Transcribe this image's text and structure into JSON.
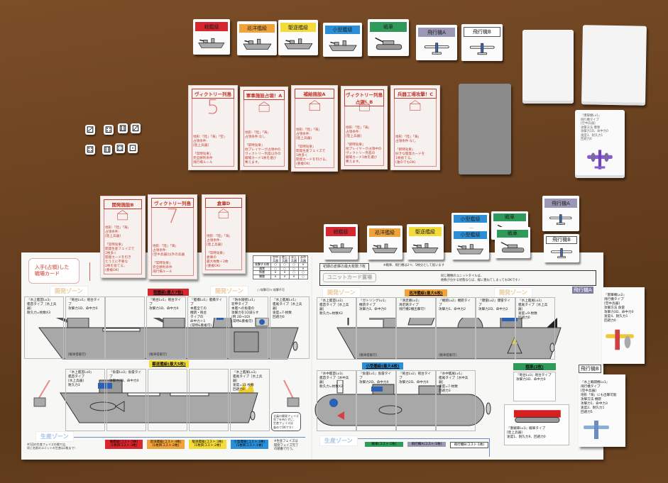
{
  "unit_tiles_top": [
    {
      "label": "戦艦級",
      "color": "#d7262e"
    },
    {
      "label": "巡洋艦級",
      "color": "#f0a33a"
    },
    {
      "label": "駆逐艦級",
      "color": "#f3dc3a"
    },
    {
      "label": "小型艦級",
      "color": "#2a8fd8"
    },
    {
      "label": "戦車",
      "color": "#2f9a5a"
    },
    {
      "label": "飛行機A",
      "color": "#9a98b4"
    },
    {
      "label": "飛行機B",
      "color": "#ffffff"
    }
  ],
  "unit_tiles_placed": [
    {
      "label": "戦艦級",
      "color": "#d7262e"
    },
    {
      "label": "巡洋艦級",
      "color": "#f0a33a"
    },
    {
      "label": "駆逐艦級",
      "color": "#f3dc3a"
    },
    {
      "label": "小型艦級",
      "color": "#2a8fd8"
    },
    {
      "label": "小型艦級",
      "color": "#2a8fd8"
    },
    {
      "label": "戦車",
      "color": "#2f9a5a"
    },
    {
      "label": "戦車",
      "color": "#2f9a5a"
    },
    {
      "label": "飛行機A",
      "color": "#9a98b4"
    },
    {
      "label": "飛行機B",
      "color": "#ffffff"
    }
  ],
  "objective_cards": [
    {
      "title": "ヴィクトリー列島",
      "number": "5",
      "body": "地形:「陸」「海」「空」\n占領条件:\n[陸上兵器]\n\n「常時効果」\n完全勝利条件\n飛行場ルール"
    },
    {
      "title": "軍事施設占領！A",
      "number": "",
      "body": "地形:「陸」「海」\n占領条件:なし\n\n「即時効果」\n他プレイヤーが占領中の\nヴィクトリー列島以外の\n戦場カード1枚を選び\n奪えます。"
    },
    {
      "title": "補給施設A",
      "number": "",
      "body": "地形:「陸」「海」\n占領条件:\n[陸上兵器]\n\n「常時効果」\n開発生産フェイズで\n1枚多く\n開発カードを引ける。\n(重複OK)"
    },
    {
      "title": "ヴィクトリー列島占領！B",
      "number": "",
      "body": "地形:「陸」「海」\n占領条件:\n[陸上兵器]\n\n「即時効果」\n他プレイヤーが占領中の\nヴィクトリー列島の\n戦場カード1枚を選び\n奪えます。"
    },
    {
      "title": "兵器工場攻撃！C",
      "number": "",
      "body": "地形:「陸」「海」\n占領条件:なし\n\n「即時効果」\n好きな開発カードを\n1枚捨てる。\n(誰のでもOK)"
    }
  ],
  "objective_cards_2": [
    {
      "title": "開発施設B",
      "number": "",
      "body": "地形:「陸」「海」\n占領条件:\n[陸上兵器]\n\n「常時効果」\n開発生産フェイズで\n2枚多く\n開発カードを引き\nたうえに不要な\n2枚を捨てる。\n(重複OK)"
    },
    {
      "title": "ヴィクトリー列島",
      "number": "7",
      "body": "地形:「陸」「海」\n占領条件:\n[空中兵器]以外の兵器\n\n「常時効果」\n完全勝利条件\n飛行場ルール"
    },
    {
      "title": "倉庫D",
      "number": "",
      "body": "地形:「陸」「海」\n占領条件:\n[陸上兵器]\n\n「常時効果」\n倉庫の\n最大枚数＋2枚\n(重複OK)"
    }
  ],
  "deck_card": {
    "body": "『爆撃機Lv1』\n飛行機タイプ\n[空中兵器]\n攻撃方法 爆弾\n攻撃力1D、命中力0\n速度3、耐久力1\n回避力0"
  },
  "left_board": {
    "captured_label": "入手(占領)した\n戦場カード",
    "dev_zone": "開発ゾーン",
    "prod_zone": "生産ゾーン",
    "table_header": [
      "",
      "空中\n兵器",
      "陸上\n兵器",
      "水上\n兵器",
      "水中\n兵器"
    ],
    "table_rows": [
      [
        "攻撃する側",
        "○",
        "○",
        "○",
        "×"
      ],
      [
        "通常",
        "○",
        "○",
        "○",
        "×"
      ],
      [
        "魚雷",
        "×",
        "×",
        "○",
        "○"
      ],
      [
        "爆雷",
        "×",
        "×",
        "×",
        "○"
      ]
    ],
    "table_note": "○:攻撃可/×:攻撃不可",
    "battleship_tag": "戦艦級(最大7枚)",
    "battleship_sections": [
      "『水上艦首Lv3』\n艦首タイプ［水上兵器］\n耐久力=枚数X3",
      "『砲台Lv1』砲台タイプ\n攻撃力1D、命中力0",
      "",
      "『砲台Lv1』砲台タイプ\n攻撃力1D、命中力0",
      "『艦橋Lv1』艦橋タイプ\n本艦全ての\n機銃・砲台\nタイプの\n命中力＋1\n(常時&重複可)",
      "『防水隔壁Lv1』\n装甲タイプ\n本艦への魚雷の\n攻撃力を1D減らす\n(例 2D→1D)\n(常時&重複可)",
      "『水上艦尾Lv1』\n艦尾タイプ［水上兵器］\n速度=7-枚数\n回避力0"
    ],
    "tank_ok": "[戦車搭載可]",
    "destroyer_tag": "駆逐艦級(最大5枚)",
    "destroyer_sections": [
      "『水上艦首Lv0』\n艦首タイプ\n[水上兵器]\n耐久力3",
      "『魚雷Lv3』魚雷タイプ\n攻撃力3D、命中力0",
      "",
      "",
      "『水上艦尾Lv3』\n艦尾タイプ［水上兵器］\n速度=11-枚数\n回避力0"
    ],
    "prod_note": "※1回の生産フェイズの間では、\n同じ名前のユニットの生産は2枚まで！",
    "side_note": "全員の開発フェイズ\n完了を待たずに、\n生産フェイズは\n進めてOKです♪",
    "prod_note2": "※生産フェイズは\n開発フェイズ完了\nの順番で行う。",
    "costs": [
      {
        "label": "戦艦級(コスト:5枚)\n(1枚目コスト:3枚)",
        "color": "#d7262e"
      },
      {
        "label": "巡洋艦級(コスト:4枚)\n(1枚目コスト:2枚)",
        "color": "#f0a33a"
      },
      {
        "label": "駆逐艦級(コスト:3枚)\n(1枚目コスト:2枚)",
        "color": "#f3dc3a"
      },
      {
        "label": "小型艦級(コスト:2枚)\n(1枚目コスト:1枚)",
        "color": "#2a8fd8"
      }
    ]
  },
  "right_board": {
    "warehouse_max": "初期の倉庫の最大枚数:7枚",
    "warehouse_note": "※戦車、飛行機は2つ、5枚分として扱います",
    "unit_storage": "ユニットカード置場",
    "stack_note": "同じ種類のユニットタイルは、\n枚数が分かる状態ならば、縦に重ねてしまってもOKです♪",
    "dev_zone": "開発ゾーン",
    "prod_zone": "生産ゾーン",
    "cruiser_tag": "巡洋艦級(最大6枚)",
    "cruiser_sections": [
      "『水上艦首Lv2』\n艦首タイプ［水上兵器］\n耐久力=枚数X2",
      "『ガトリングLv1』\n機銃タイプ\n攻撃力3、命中力0",
      "『滑走路Lv2』\n滑走路タイプ\n飛行機2機出撃可！",
      "『機銃Lv2』機銃タイプ\n攻撃力1、命中力2",
      "『爆雷Lv2』爆雷タイプ\n攻撃力2D、命中力2",
      "『水上艦尾Lv2』\n艦尾タイプ［水上兵器］\n速度=9-枚数\n回避力0"
    ],
    "tank_ok": "[戦車搭載可]",
    "small_tag": "小型艦級(最大4枚)",
    "small_sections": [
      "『水中艦首Lv3』\n艦首タイプ［水中兵器］\n耐久力=枚数X2",
      "『魚雷Lv1』魚雷タイプ\n攻撃力2D、命中力0",
      "『砲台Lv2』砲台タイプ\n攻撃力2D、命中力0",
      "『水中艦尾Lv1』\n艦尾タイプ［水中兵器］\n速度=7-枚数\n回避力3"
    ],
    "tank_tag": "戦車(2枚)",
    "tank_turret": "『砲台Lv3』砲台タイプ\n攻撃力3D、命中力0",
    "tank_body": "『重戦車Lv3』戦車タイプ\n[陸上兵器]\n速度1、耐久力9、回避力0",
    "costs": [
      {
        "label": "戦車(コスト:1枚)",
        "color": "#2f9a5a"
      },
      {
        "label": "飛行機A(コスト:1枚)",
        "color": "#9a98b4"
      },
      {
        "label": "飛行機B(コスト:1枚)",
        "color": "#ffffff"
      }
    ]
  },
  "plane_cards": [
    {
      "tag": "飛行機A",
      "body": "『雷撃機Lv2』\n飛行機タイプ\n[空中兵器]\n攻撃方法 魚雷\n攻撃力3D、命中力0\n速度4、耐久力1\n回避力0"
    },
    {
      "tag": "飛行機B",
      "body": "『水上戦闘機Lv1』\n飛行機タイプ\n[空中兵器]\n地形「海」にも出撃可能\n攻撃方法 機銃\n攻撃力1、命中力3\n速度2、耐久力1\n回避力5"
    }
  ]
}
